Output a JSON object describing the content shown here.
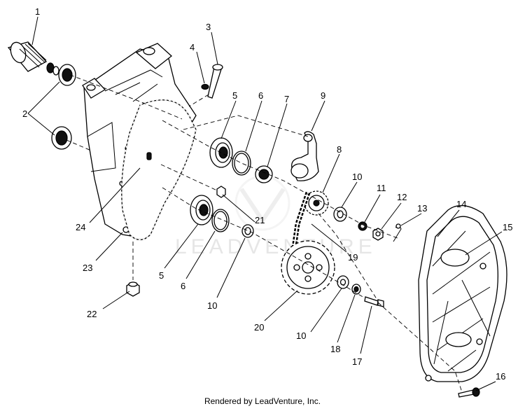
{
  "watermark": "LEADVENTURE",
  "credit": "Rendered by LeadVenture, Inc.",
  "callouts": [
    {
      "id": "c1",
      "text": "1"
    },
    {
      "id": "c2",
      "text": "2"
    },
    {
      "id": "c3",
      "text": "3"
    },
    {
      "id": "c4",
      "text": "4"
    },
    {
      "id": "c5a",
      "text": "5"
    },
    {
      "id": "c6a",
      "text": "6"
    },
    {
      "id": "c7",
      "text": "7"
    },
    {
      "id": "c9",
      "text": "9"
    },
    {
      "id": "c8",
      "text": "8"
    },
    {
      "id": "c10a",
      "text": "10"
    },
    {
      "id": "c11",
      "text": "11"
    },
    {
      "id": "c12",
      "text": "12"
    },
    {
      "id": "c13",
      "text": "13"
    },
    {
      "id": "c14",
      "text": "14"
    },
    {
      "id": "c15",
      "text": "15"
    },
    {
      "id": "c21",
      "text": "21"
    },
    {
      "id": "c24",
      "text": "24"
    },
    {
      "id": "c19",
      "text": "19"
    },
    {
      "id": "c23",
      "text": "23"
    },
    {
      "id": "c5b",
      "text": "5"
    },
    {
      "id": "c6b",
      "text": "6"
    },
    {
      "id": "c10b",
      "text": "10"
    },
    {
      "id": "c22",
      "text": "22"
    },
    {
      "id": "c20",
      "text": "20"
    },
    {
      "id": "c10c",
      "text": "10"
    },
    {
      "id": "c18",
      "text": "18"
    },
    {
      "id": "c17",
      "text": "17"
    },
    {
      "id": "c16",
      "text": "16"
    }
  ]
}
